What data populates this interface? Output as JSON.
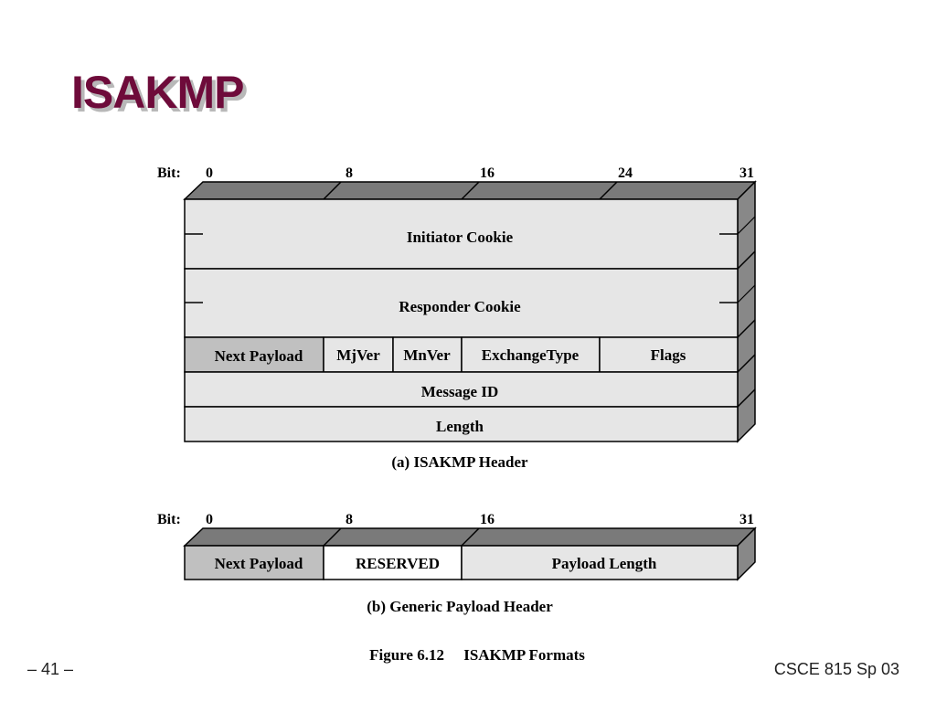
{
  "slide": {
    "title": "ISAKMP"
  },
  "header_diagram": {
    "bit_label": "Bit:",
    "bit_ticks": [
      "0",
      "8",
      "16",
      "24",
      "31"
    ],
    "rows": [
      {
        "fields": [
          "Initiator Cookie"
        ]
      },
      {
        "fields": [
          "Responder Cookie"
        ]
      },
      {
        "fields": [
          "Next Payload",
          "MjVer",
          "MnVer",
          "ExchangeType",
          "Flags"
        ]
      },
      {
        "fields": [
          "Message ID"
        ]
      },
      {
        "fields": [
          "Length"
        ]
      }
    ],
    "caption": "(a) ISAKMP Header"
  },
  "payload_diagram": {
    "bit_label": "Bit:",
    "bit_ticks": [
      "0",
      "8",
      "16",
      "31"
    ],
    "fields": [
      "Next Payload",
      "RESERVED",
      "Payload Length"
    ],
    "caption": "(b) Generic Payload Header"
  },
  "figure_caption": "Figure 6.12     ISAKMP Formats",
  "footer": {
    "page_number": "– 41 –",
    "course": "CSCE 815 Sp 03"
  },
  "colors": {
    "title": "#6e0b3a",
    "title_shadow": "#b8b8b8",
    "field_light": "#e6e6e6",
    "field_dark": "#c0c0c0",
    "field_white": "#ffffff",
    "top_face": "#7a7a7a",
    "side_face": "#888888"
  }
}
